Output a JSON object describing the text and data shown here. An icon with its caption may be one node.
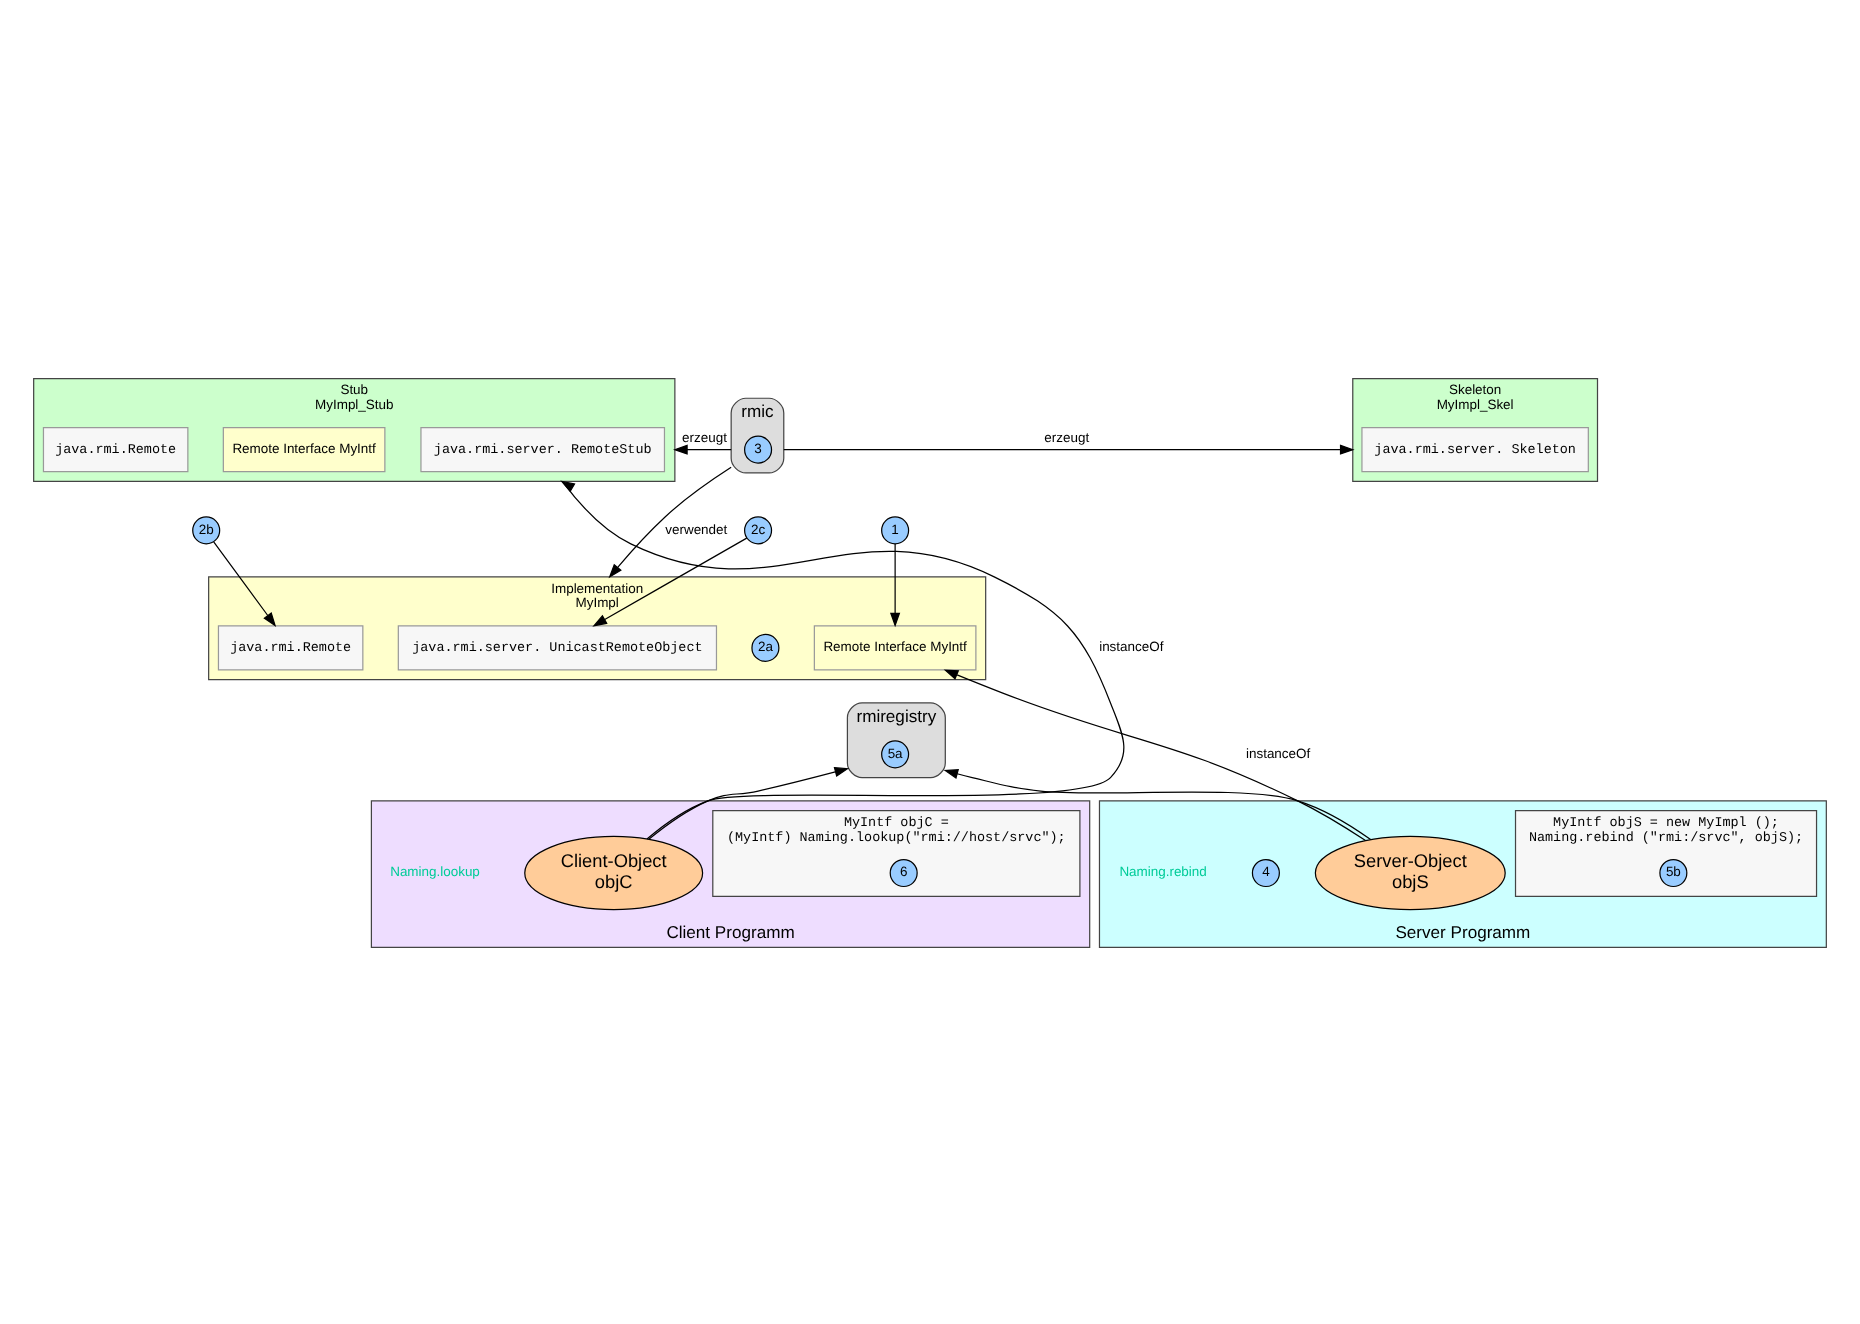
{
  "diagram": {
    "nodes": [
      {
        "text": [
          "Stub",
          "MyImpl_Stub"
        ]
      },
      {
        "text": [
          "java.rmi.server. RemoteStub"
        ],
        "in": 0
      },
      {
        "text": [
          "java.rmi.Remote"
        ],
        "in": 0
      },
      {
        "text": [
          "Remote Interface MyIntf"
        ],
        "in": 0
      },
      {
        "text": [
          "rmic"
        ]
      },
      {
        "text": [
          "3"
        ],
        "in": 4
      },
      {
        "text": [
          "Skeleton",
          "MyImpl_Skel"
        ]
      },
      {
        "text": [
          "java.rmi.server. Skeleton"
        ],
        "in": 6
      },
      {
        "text": [
          "Implementation",
          "MyImpl"
        ]
      },
      {
        "text": [
          "java.rmi.server. UnicastRemoteObject"
        ],
        "in": 8
      },
      {
        "text": [
          "2a"
        ],
        "in": 8
      },
      {
        "text": [
          "java.rmi.Remote"
        ],
        "in": 8
      },
      {
        "text": [
          "Remote Interface MyIntf"
        ],
        "in": 8
      },
      {
        "text": [
          "2c"
        ]
      },
      {
        "text": [
          "2b"
        ]
      },
      {
        "text": [
          "1"
        ]
      },
      {
        "text": [
          "rmiregistry"
        ]
      },
      {
        "text": [
          "5a"
        ],
        "in": 16
      },
      {
        "text": [
          "Client Programm"
        ]
      },
      {
        "text": [
          "Client-Object",
          "objC"
        ],
        "in": 18
      },
      {
        "text": [
          "MyIntf objC =",
          "(MyIntf) Naming.lookup(\"rmi://host/srvc\");"
        ],
        "in": 18
      },
      {
        "text": [
          "6"
        ],
        "in": 20
      },
      {
        "text": [
          "Server Programm"
        ]
      },
      {
        "text": [
          "Server-Object",
          "objS"
        ],
        "in": 22
      },
      {
        "text": [
          "MyIntf objS = new MyImpl ();",
          "Naming.rebind (\"rmi:/srvc\", objS);"
        ],
        "in": 22
      },
      {
        "text": [
          "5b"
        ],
        "in": 24
      },
      {
        "text": [
          "4"
        ],
        "in": 22
      }
    ],
    "edges": [
      {
        "from": 4,
        "to": 0,
        "arrow": "to",
        "label": "erzeugt"
      },
      {
        "from": 4,
        "to": 6,
        "arrow": "to",
        "label": "erzeugt"
      },
      {
        "from": 4,
        "to": 8,
        "arrow": "to",
        "label": "verwendet"
      },
      {
        "from": 13,
        "to": 9,
        "arrow": "to"
      },
      {
        "from": 14,
        "to": 11,
        "arrow": "to"
      },
      {
        "from": 15,
        "to": 12,
        "arrow": "to"
      },
      {
        "from": 19,
        "to": 0,
        "arrow": "to",
        "label": "instanceOf"
      },
      {
        "from": 23,
        "to": 12,
        "arrow": "to",
        "label": "instanceOf"
      },
      {
        "from": 19,
        "to": 16,
        "arrow": "to"
      },
      {
        "from": 23,
        "to": 16,
        "arrow": "to"
      }
    ],
    "labels": [
      "Naming.lookup",
      "Naming.rebind"
    ]
  }
}
